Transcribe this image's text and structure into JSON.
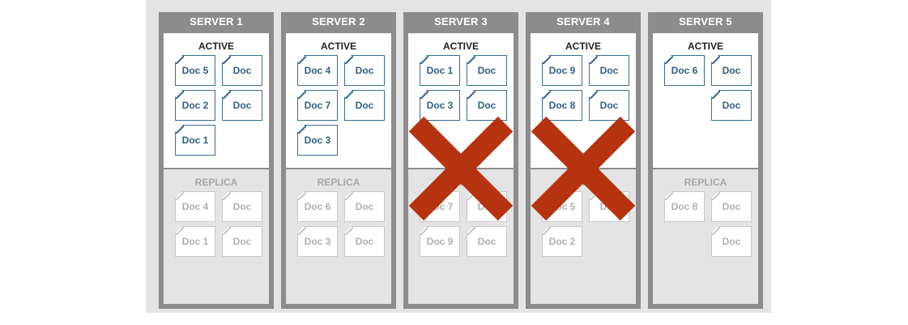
{
  "labels": {
    "active": "ACTIVE",
    "replica": "REPLICA"
  },
  "colors": {
    "server_frame": "#8c8c8c",
    "active_doc_border": "#3a6e9a",
    "replica_doc_border": "#c9c9c9",
    "failure_cross": "#b5330f"
  },
  "servers": [
    {
      "name": "SERVER 1",
      "failed": false,
      "active": [
        "Doc 5",
        "Doc",
        "Doc 2",
        "Doc",
        "Doc 1"
      ],
      "replica": [
        "Doc 4",
        "Doc",
        "Doc 1",
        "Doc"
      ]
    },
    {
      "name": "SERVER 2",
      "failed": false,
      "active": [
        "Doc 4",
        "Doc",
        "Doc 7",
        "Doc",
        "Doc 3"
      ],
      "replica": [
        "Doc 6",
        "Doc",
        "Doc 3",
        "Doc"
      ]
    },
    {
      "name": "SERVER 3",
      "failed": true,
      "active": [
        "Doc 1",
        "Doc",
        "Doc 3",
        "Doc"
      ],
      "replica": [
        "Doc 7",
        "Doc",
        "Doc 9",
        "Doc"
      ]
    },
    {
      "name": "SERVER 4",
      "failed": true,
      "active": [
        "Doc 9",
        "Doc",
        "Doc 8",
        "Doc"
      ],
      "replica": [
        "Doc 5",
        "Doc",
        "Doc 2"
      ]
    },
    {
      "name": "SERVER 5",
      "failed": false,
      "active": [
        "Doc 6",
        "Doc",
        "",
        "Doc"
      ],
      "replica": [
        "Doc 8",
        "Doc",
        "",
        "Doc"
      ]
    }
  ],
  "failure_icon": "red-x-icon"
}
